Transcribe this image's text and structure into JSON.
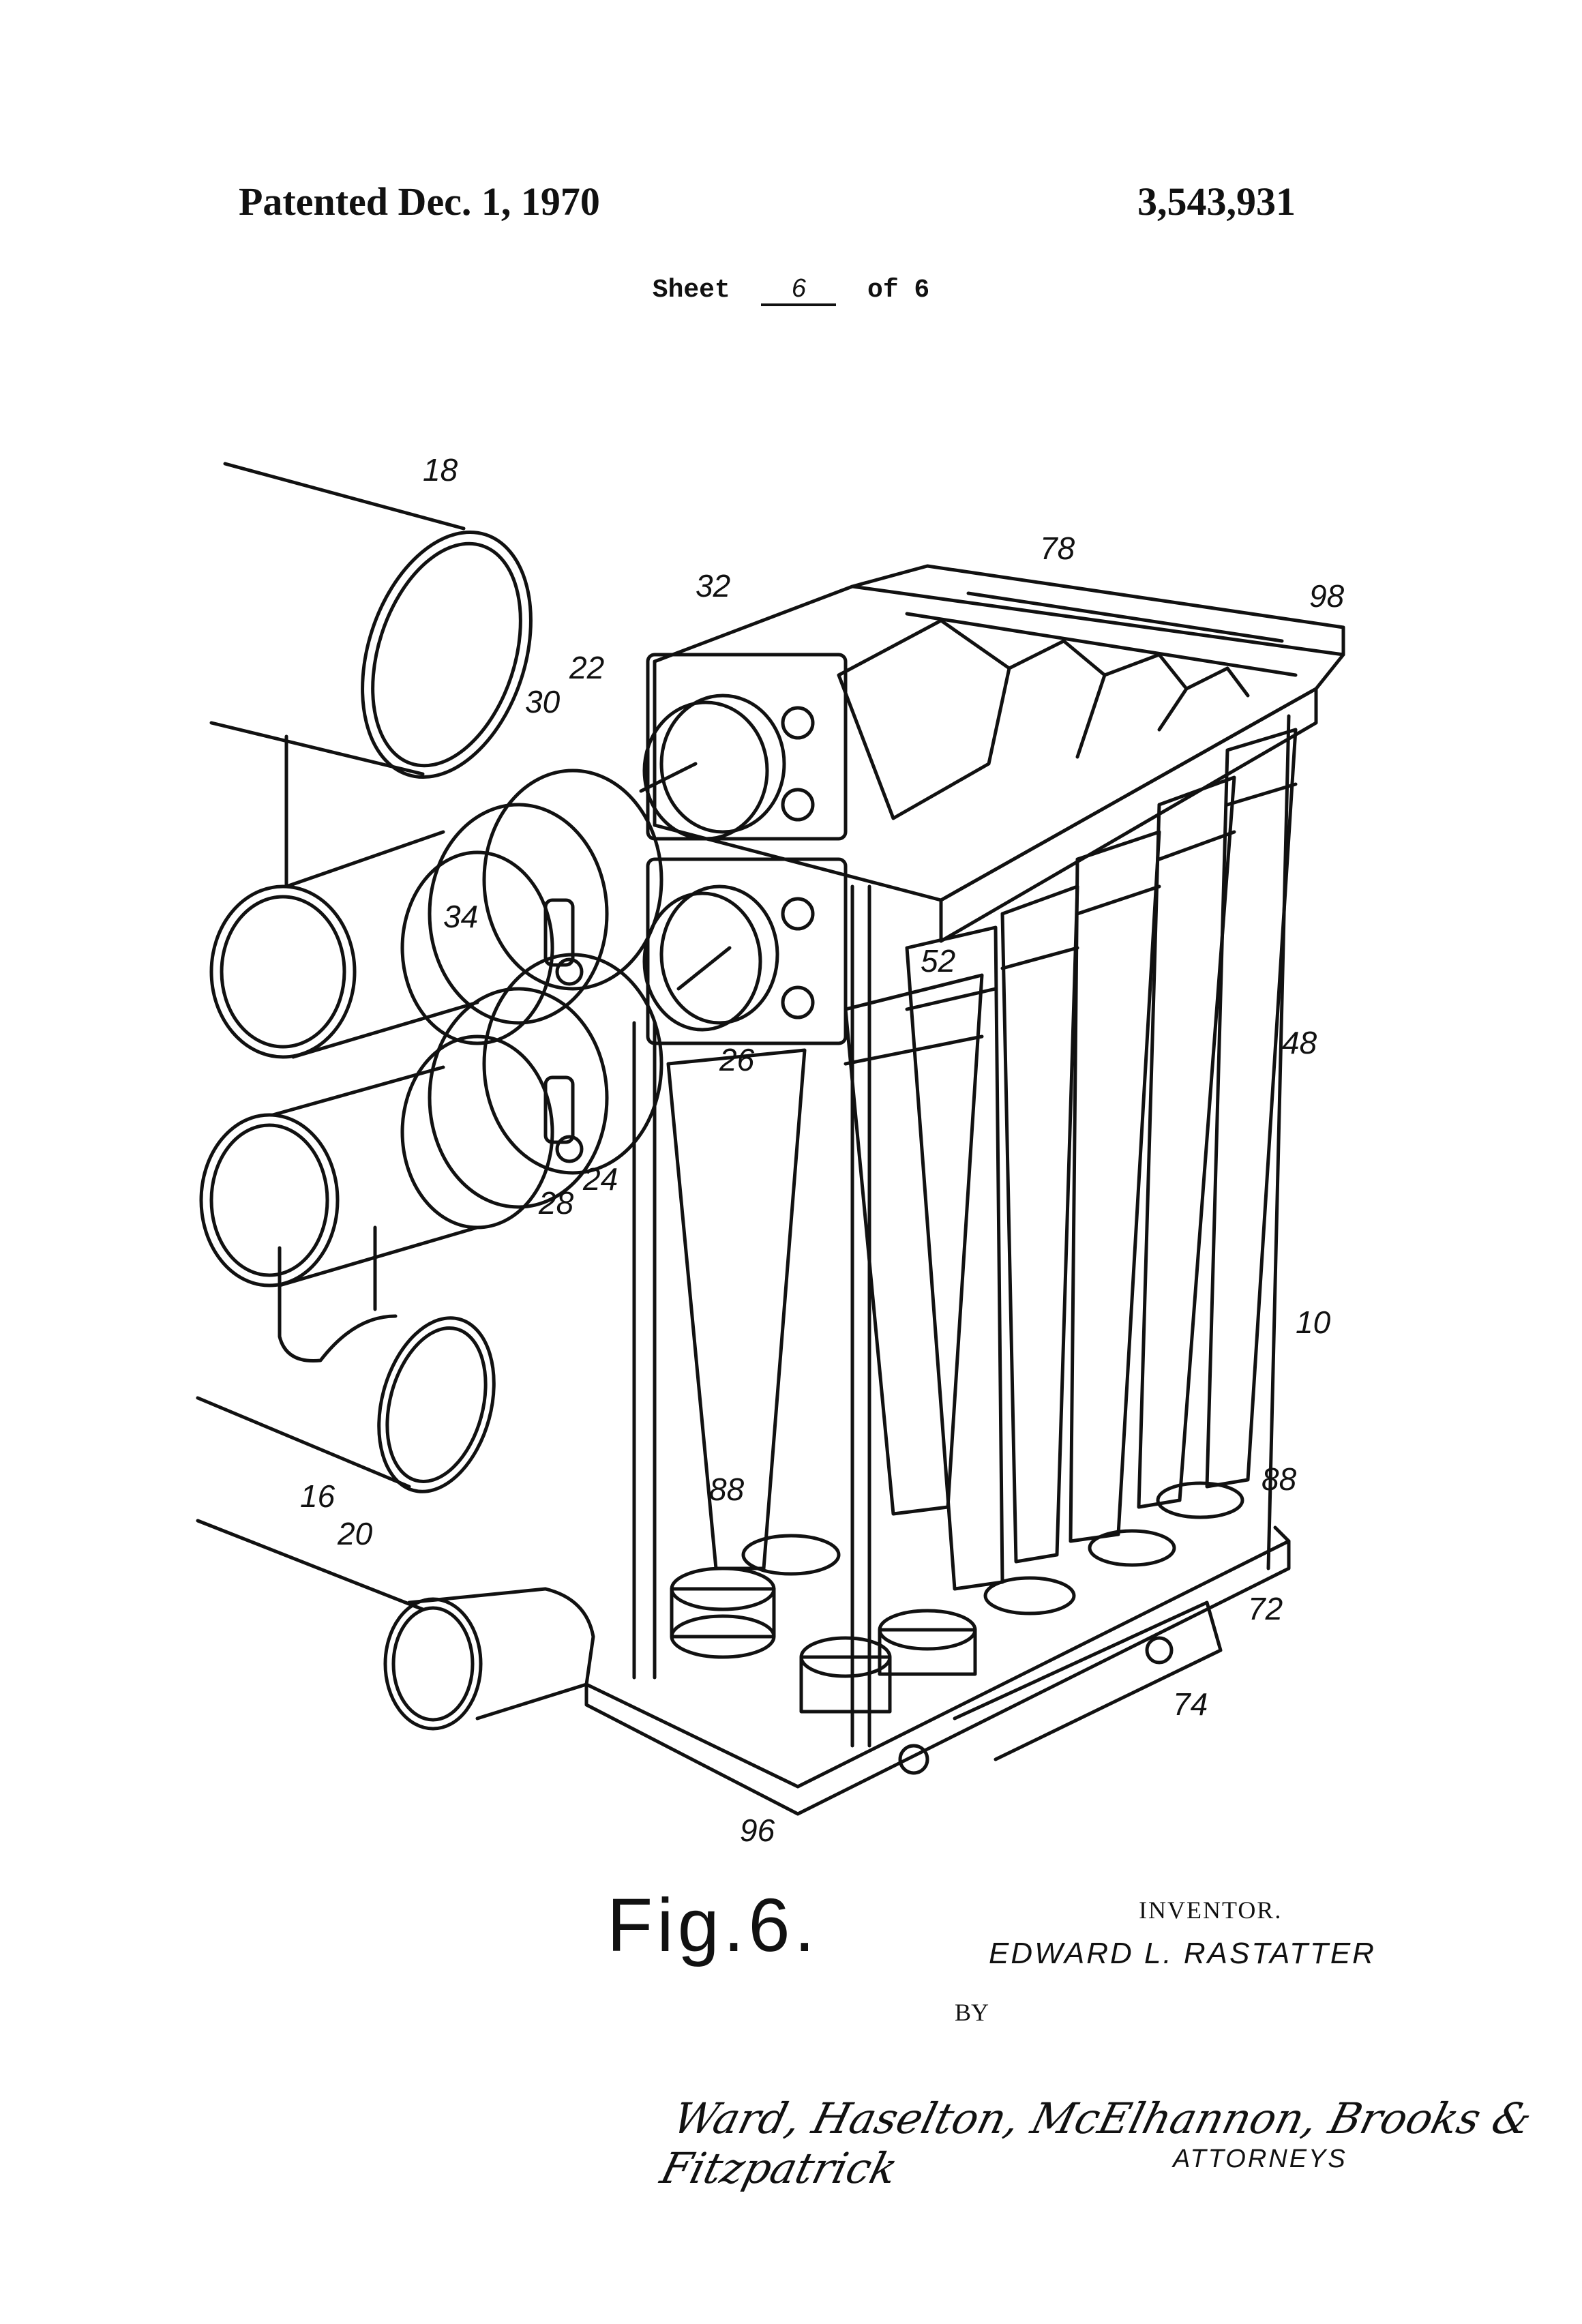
{
  "header": {
    "patented": "Patented Dec. 1, 1970",
    "patent_number": "3,543,931"
  },
  "sheet": {
    "prefix": "Sheet",
    "number": "6",
    "suffix": "of 6"
  },
  "figure": {
    "label": "Fig.6.",
    "refs": [
      "18",
      "78",
      "98",
      "32",
      "22",
      "30",
      "34",
      "52",
      "48",
      "26",
      "24",
      "28",
      "10",
      "88",
      "88",
      "16",
      "20",
      "72",
      "74",
      "96"
    ]
  },
  "inventor": {
    "title": "INVENTOR.",
    "name": "EDWARD L. RASTATTER"
  },
  "by": "BY",
  "attorneys": {
    "signature": "Ward, Haselton, McElhannon, Brooks & Fitzpatrick",
    "label": "ATTORNEYS"
  }
}
